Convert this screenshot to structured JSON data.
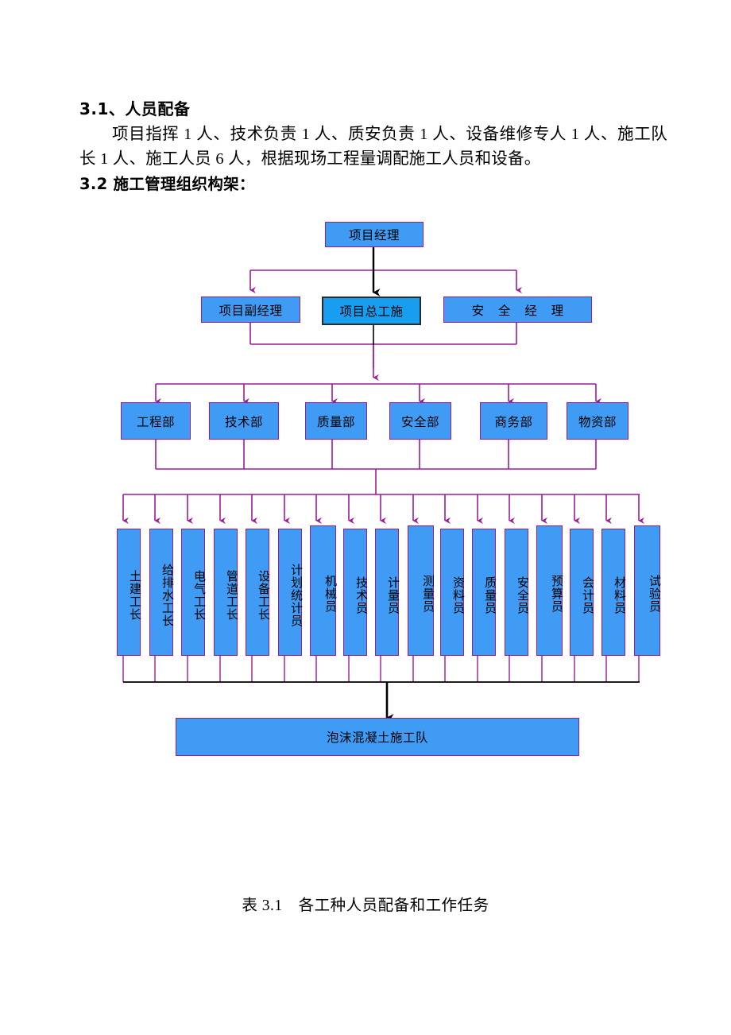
{
  "document": {
    "section_heading": "3.1、人员配备",
    "paragraph": "项目指挥 1 人、技术负责 1 人、质安负责 1 人、设备维修专人 1 人、施工队长 1 人、施工人员 6 人，根据现场工程量调配施工人员和设备。",
    "section_heading_2": "3.2 施工管理组织构架：",
    "table_caption": "表 3.1　各工种人员配备和工作任务"
  },
  "colors": {
    "node_fill": "#3f9bf4",
    "node_fill_highlight": "#179ef0",
    "node_border": "#9b1b9b",
    "node_border_dark": "#2b2b2b",
    "connector": "#9b1b9b",
    "connector_dark": "#000000",
    "text": "#000000",
    "page_background": "#ffffff"
  },
  "org_chart": {
    "title": "施工管理组织构架",
    "level1": [
      {
        "label": "项目经理",
        "highlight": false
      }
    ],
    "level2": [
      {
        "label": "项目副经理",
        "highlight": false,
        "spaced": false
      },
      {
        "label": "项目总工施",
        "highlight": true,
        "spaced": false
      },
      {
        "label": "安 全 经 理",
        "highlight": false,
        "spaced": true
      }
    ],
    "level3": [
      {
        "label": "工程部"
      },
      {
        "label": "技术部"
      },
      {
        "label": "质量部"
      },
      {
        "label": "安全部"
      },
      {
        "label": "商务部"
      },
      {
        "label": "物资部"
      }
    ],
    "level4": [
      {
        "label": "土建工长"
      },
      {
        "label": "给排水工长"
      },
      {
        "label": "电气工长"
      },
      {
        "label": "管道工长"
      },
      {
        "label": "设备工长"
      },
      {
        "label": "计划统计员"
      },
      {
        "label": "机械员"
      },
      {
        "label": "技术员"
      },
      {
        "label": "计量员"
      },
      {
        "label": "测量员"
      },
      {
        "label": "资料员"
      },
      {
        "label": "质量员"
      },
      {
        "label": "安全员"
      },
      {
        "label": "预算员"
      },
      {
        "label": "会计员"
      },
      {
        "label": "材料员"
      },
      {
        "label": "试验员"
      }
    ],
    "level5": [
      {
        "label": "泡沫混凝土施工队"
      }
    ]
  }
}
